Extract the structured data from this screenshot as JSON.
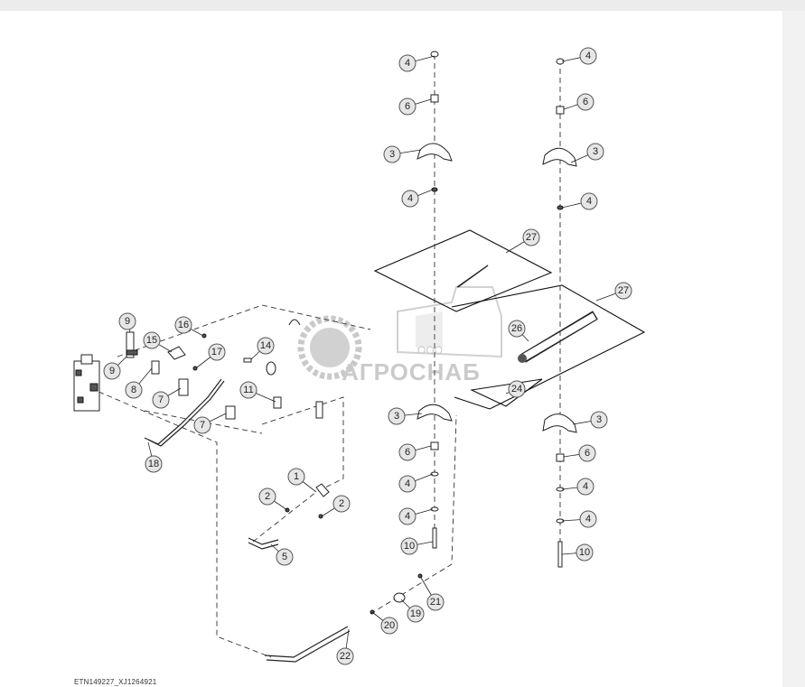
{
  "watermark": {
    "prefix": "ООО",
    "brand": "АГРОСНАБ"
  },
  "figure_reference": "ETN149227_XJ1264921",
  "callout_numbers": [
    "1",
    "2",
    "2",
    "3",
    "3",
    "3",
    "3",
    "4",
    "4",
    "4",
    "4",
    "4",
    "4",
    "4",
    "4",
    "5",
    "6",
    "6",
    "6",
    "6",
    "7",
    "7",
    "8",
    "9",
    "9",
    "10",
    "10",
    "11",
    "14",
    "15",
    "16",
    "17",
    "18",
    "19",
    "20",
    "21",
    "22",
    "24",
    "26",
    "27",
    "27"
  ],
  "colors": {
    "line": "#222222",
    "callout_fill": "#e6e6e6",
    "watermark": "#b0b0b0"
  }
}
